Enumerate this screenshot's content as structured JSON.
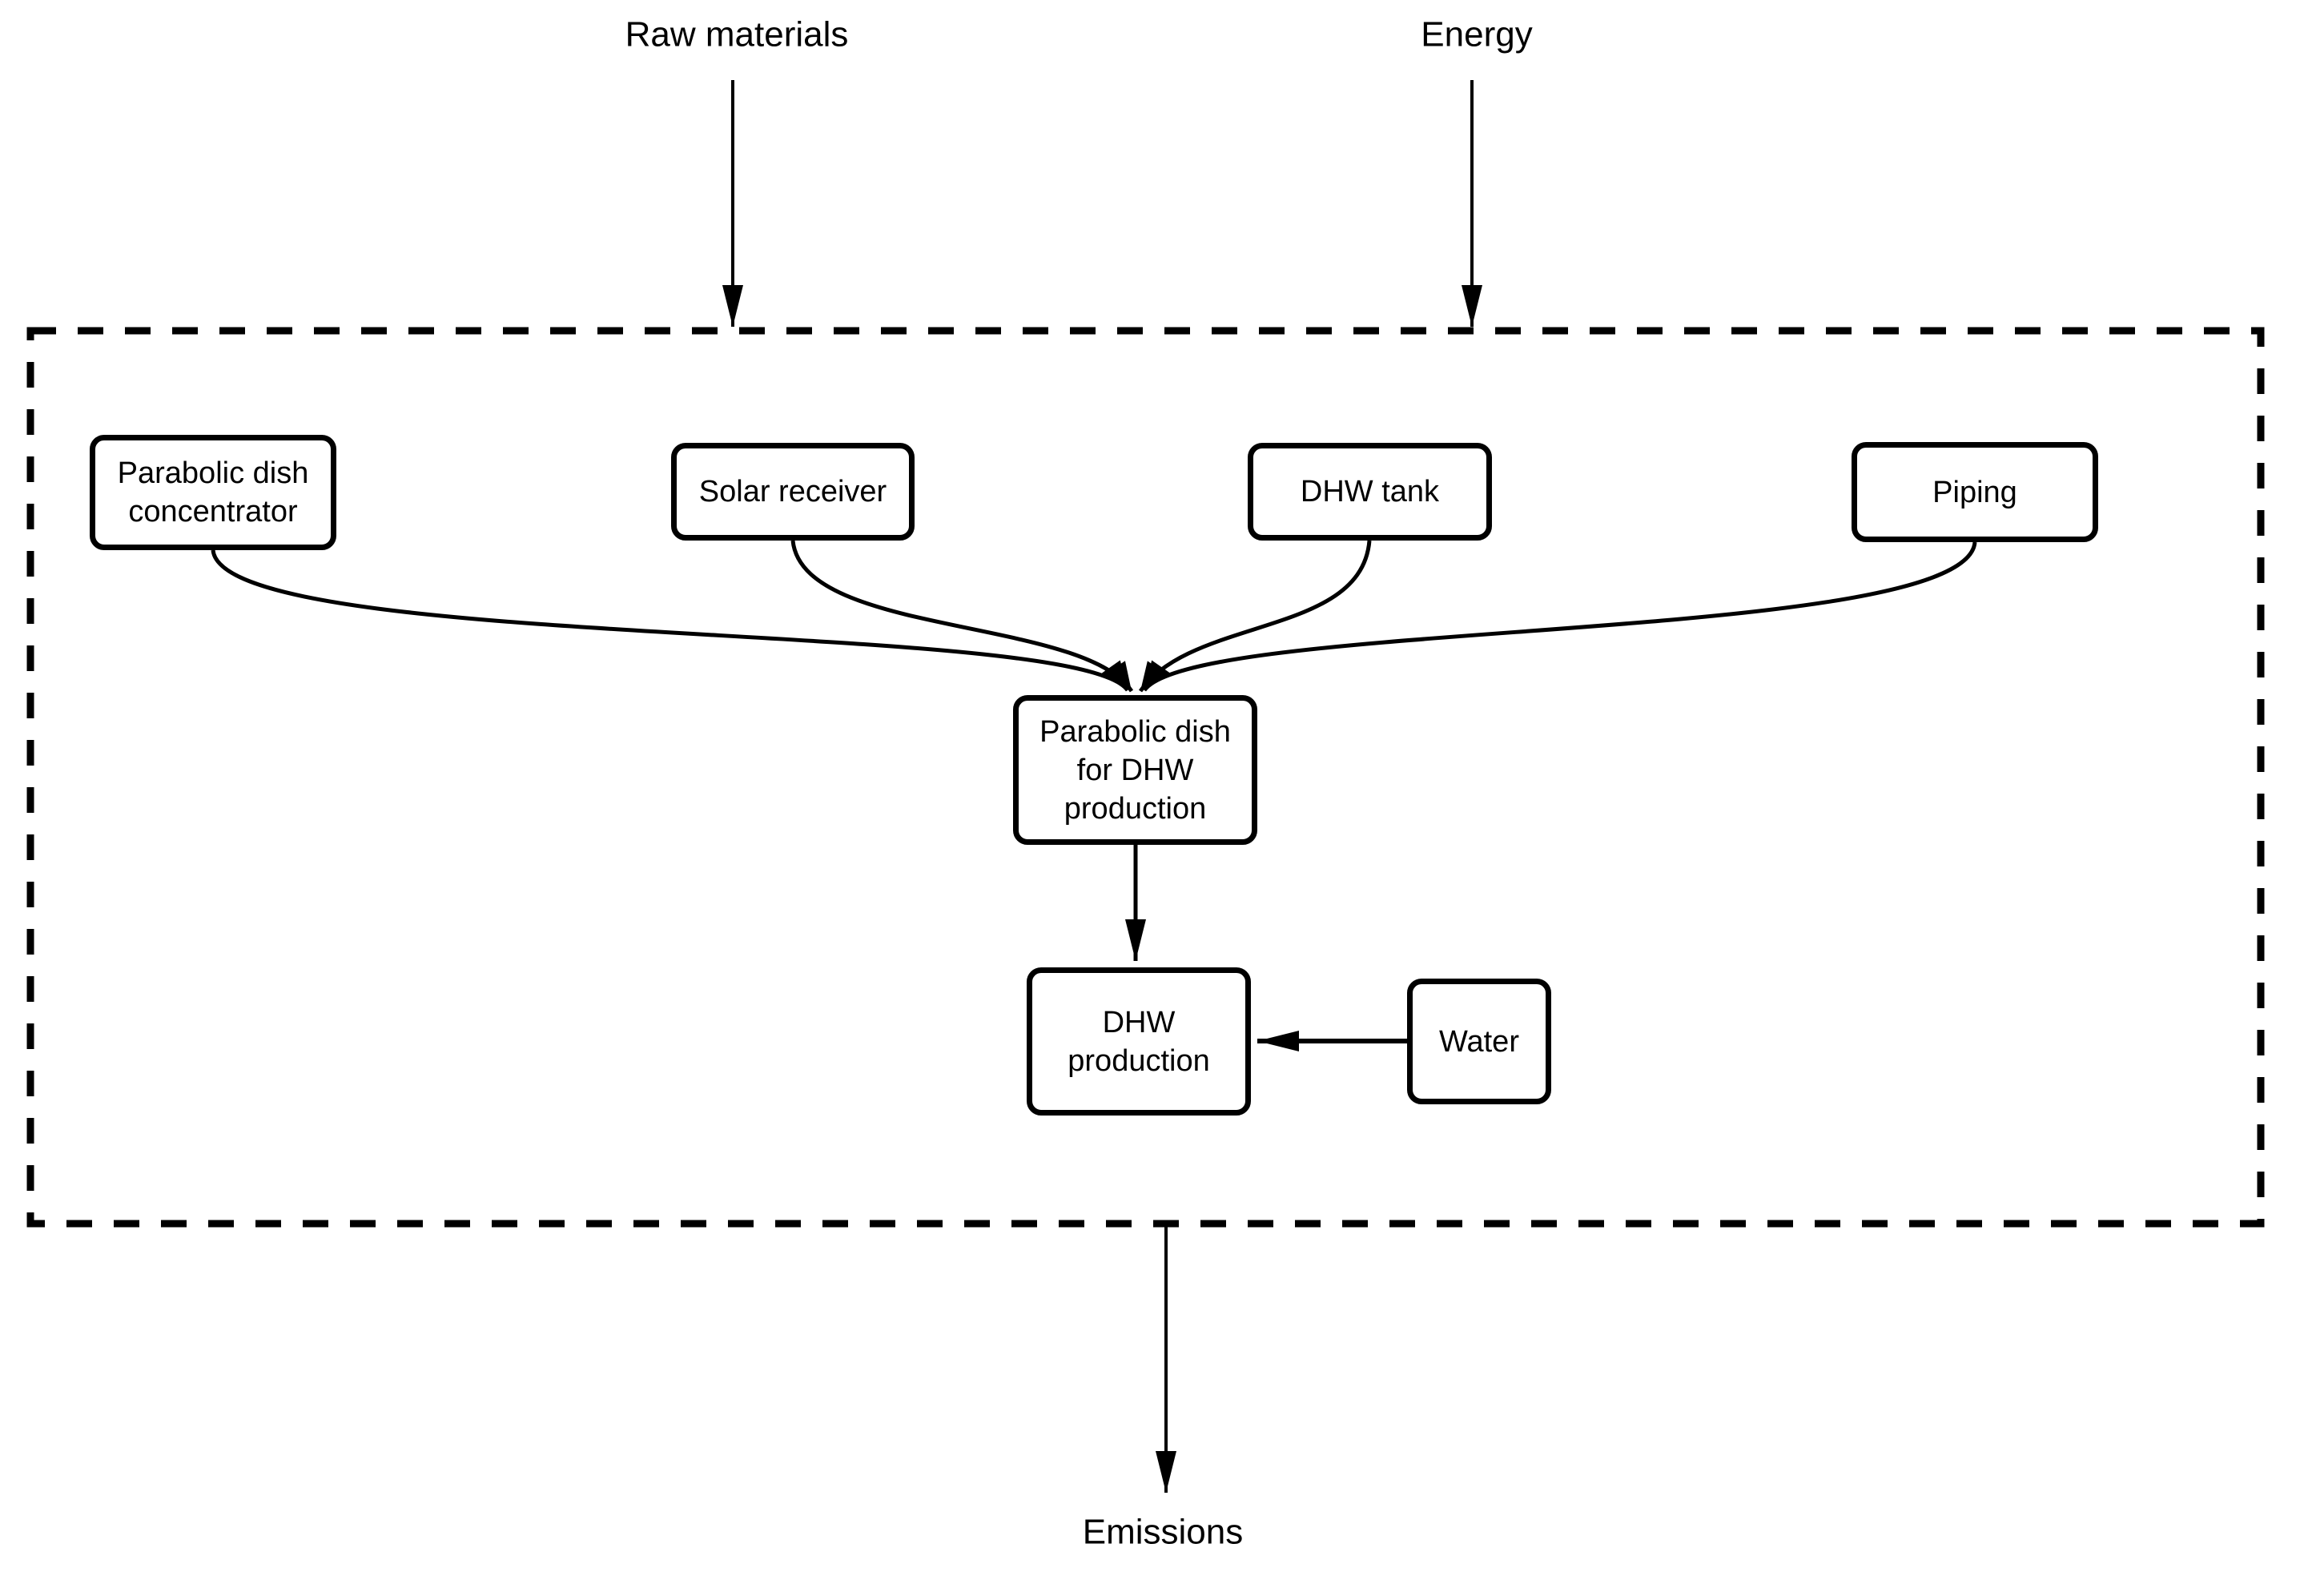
{
  "flows": {
    "raw_materials": "Raw materials",
    "energy": "Energy",
    "emissions": "Emissions"
  },
  "nodes": {
    "concentrator": {
      "label": "Parabolic dish\nconcentrator"
    },
    "solar_receiver": {
      "label": "Solar receiver"
    },
    "dhw_tank": {
      "label": "DHW tank"
    },
    "piping": {
      "label": "Piping"
    },
    "assembly": {
      "label": "Parabolic dish\nfor DHW\nproduction"
    },
    "dhw_production": {
      "label": "DHW\nproduction"
    },
    "water": {
      "label": "Water"
    }
  },
  "colors": {
    "line": "#000000",
    "text": "#000000",
    "background": "#ffffff"
  }
}
